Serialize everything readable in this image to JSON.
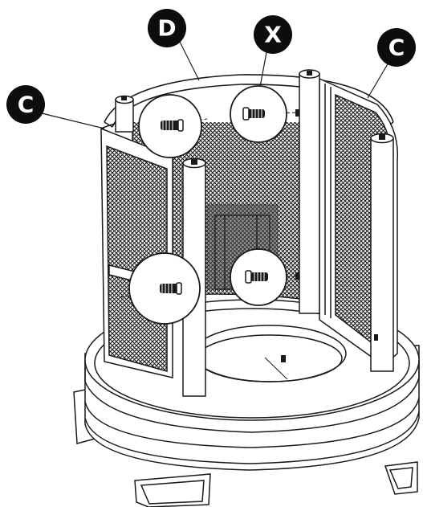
{
  "callouts": {
    "d": "D",
    "x": "X",
    "c_left": "C",
    "c_right": "C"
  },
  "colors": {
    "line": "#1a1a1a",
    "mesh_fill": "#3a3a3a",
    "callout_bg": "#0d0d0d",
    "callout_text": "#ffffff",
    "paper": "#ffffff"
  }
}
